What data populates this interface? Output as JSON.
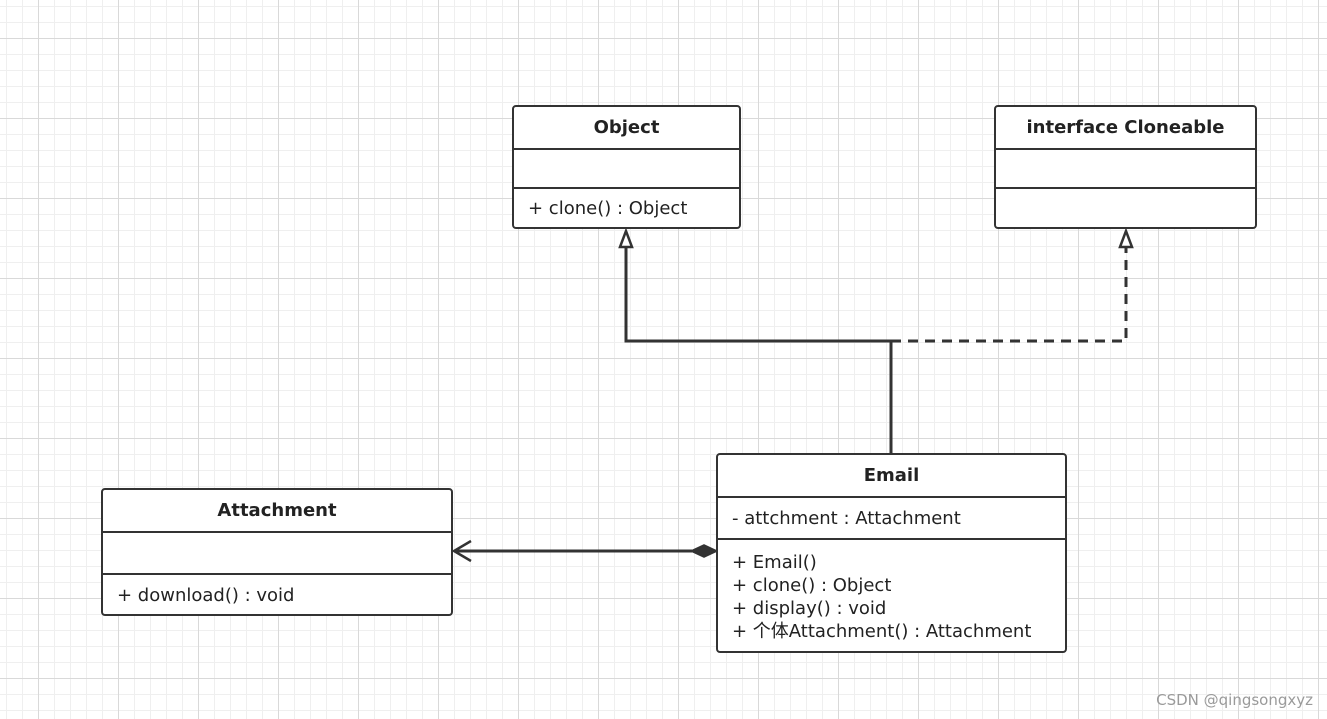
{
  "diagram": {
    "classes": {
      "object": {
        "name": "Object",
        "attributes": [],
        "operations": [
          "+ clone() :  Object"
        ]
      },
      "cloneable": {
        "name": "interface Cloneable",
        "attributes": [],
        "operations": []
      },
      "email": {
        "name": "Email",
        "attributes": [
          "- attchment :  Attachment"
        ],
        "operations": [
          "+ Email()",
          "+ clone() :  Object",
          "+ display() :  void",
          "+ 个体Attachment() :  Attachment"
        ]
      },
      "attachment": {
        "name": "Attachment",
        "attributes": [],
        "operations": [
          "+ download() :  void"
        ]
      }
    },
    "relations": [
      {
        "type": "generalization",
        "from": "Email",
        "to": "Object"
      },
      {
        "type": "realization",
        "from": "Email",
        "to": "interface Cloneable"
      },
      {
        "type": "composition-navigable",
        "from": "Email",
        "to": "Attachment"
      }
    ]
  },
  "watermark": "CSDN @qingsongxyz"
}
